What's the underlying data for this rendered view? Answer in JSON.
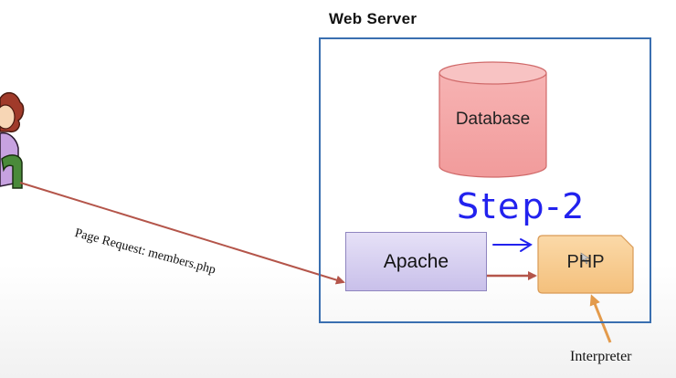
{
  "diagram": {
    "server_title": "Web Server",
    "database_label": "Database",
    "apache_label": "Apache",
    "php_label": "PHP",
    "request_label": "Page Request: members.php",
    "interpreter_label": "Interpreter",
    "annotation": "Step-2"
  },
  "colors": {
    "server_border": "#3a6fb0",
    "database_fill": "#f3a3a3",
    "apache_fill": "#d8d1f2",
    "php_fill": "#f7c98d",
    "request_arrow": "#b4554a",
    "interpreter_arrow": "#e39a4b",
    "annotation_ink": "#2222ee"
  }
}
